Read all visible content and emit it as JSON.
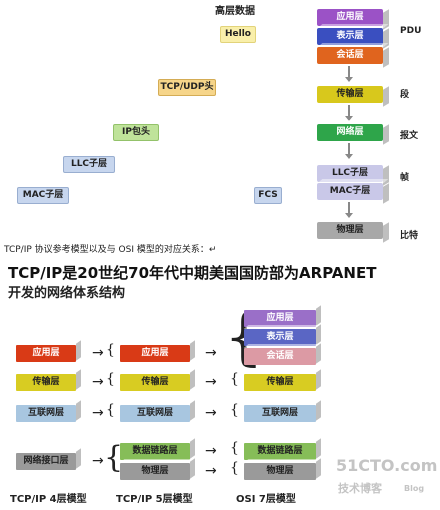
{
  "top_diagram": {
    "header": "高层数据",
    "data_tag": "Hello",
    "tcp_tag": "TCP/UDP头",
    "ip_tag": "IP包头",
    "llc_tag": "LLC子层",
    "mac_tag": "MAC子层",
    "fcs_tag": "FCS",
    "stack": [
      "应用层",
      "表示层",
      "会话层",
      "传输层",
      "网络层",
      "LLC子层",
      "MAC子层",
      "物理层"
    ],
    "units": [
      "PDU",
      "段",
      "报文",
      "帧",
      "比特"
    ]
  },
  "caption": "TCP/IP 协议参考模型以及与 OSI 模型的对应关系：↵",
  "headline_line1": "TCP/IP是20世纪70年代中期美国国防部为ARPANET",
  "headline_line2": "开发的网络体系结构",
  "models": {
    "tcpip4": [
      "应用层",
      "传输层",
      "互联网层",
      "网络接口层"
    ],
    "tcpip5": [
      "应用层",
      "传输层",
      "互联网层",
      "数据链路层",
      "物理层"
    ],
    "osi7": [
      "应用层",
      "表示层",
      "会话层",
      "传输层",
      "互联网层",
      "数据链路层",
      "物理层"
    ],
    "labels": [
      "TCP/IP  4层模型",
      "TCP/IP 5层模型",
      "OSI  7层模型"
    ]
  },
  "watermark": {
    "site": "51CTO.com",
    "sub": "技术博客",
    "blog": "Blog"
  }
}
